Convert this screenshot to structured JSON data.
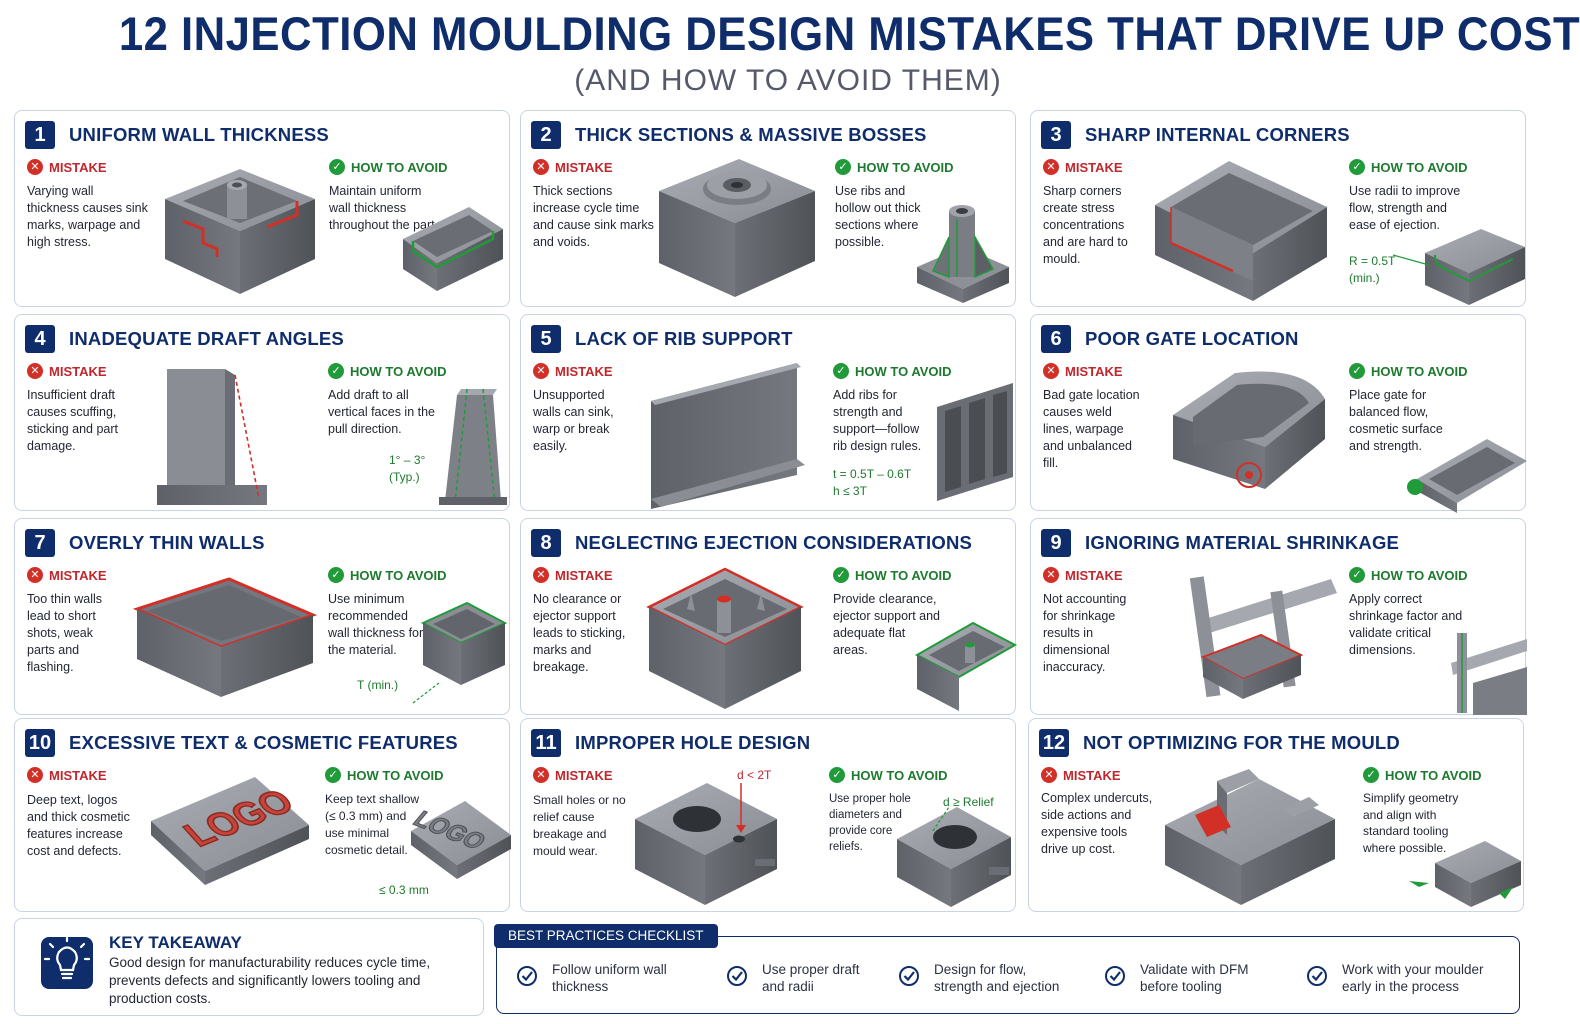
{
  "header": {
    "title": "12 INJECTION MOULDING DESIGN MISTAKES THAT DRIVE UP COST",
    "subtitle": "(AND HOW TO AVOID THEM)"
  },
  "labels": {
    "mistake": "MISTAKE",
    "avoid": "HOW TO AVOID",
    "x_icon": "✕",
    "check_icon": "✓"
  },
  "cards": [
    {
      "num": "1",
      "title": "UNIFORM WALL THICKNESS",
      "mistake": "Varying wall thickness causes sink marks, warpage and high stress.",
      "avoid": "Maintain uniform wall thickness throughout the part."
    },
    {
      "num": "2",
      "title": "THICK SECTIONS & MASSIVE BOSSES",
      "mistake": "Thick sections increase cycle time and cause sink marks and voids.",
      "avoid": "Use ribs and hollow out thick sections where possible."
    },
    {
      "num": "3",
      "title": "SHARP INTERNAL CORNERS",
      "mistake": "Sharp corners create stress concentrations and are hard to mould.",
      "avoid": "Use radii to improve flow, strength and ease of ejection.",
      "note": "R = 0.5T",
      "note2": "(min.)"
    },
    {
      "num": "4",
      "title": "INADEQUATE DRAFT ANGLES",
      "mistake": "Insufficient draft causes scuffing, sticking and part damage.",
      "avoid": "Add draft to all vertical faces in the pull direction.",
      "note": "1° – 3°",
      "note2": "(Typ.)"
    },
    {
      "num": "5",
      "title": "LACK OF RIB SUPPORT",
      "mistake": "Unsupported walls can sink, warp or break easily.",
      "avoid": "Add ribs for strength and support—follow rib design rules.",
      "note": "t = 0.5T – 0.6T",
      "note2": "h ≤ 3T"
    },
    {
      "num": "6",
      "title": "POOR GATE LOCATION",
      "mistake": "Bad gate location causes weld lines, warpage and unbalanced fill.",
      "avoid": "Place gate for balanced flow, cosmetic surface and strength."
    },
    {
      "num": "7",
      "title": "OVERLY THIN WALLS",
      "mistake": "Too thin walls lead to short shots, weak parts and flashing.",
      "avoid": "Use minimum recommended wall thickness for the material.",
      "note": "T (min.)"
    },
    {
      "num": "8",
      "title": "NEGLECTING EJECTION CONSIDERATIONS",
      "mistake": "No clearance or ejector support leads to sticking, marks and breakage.",
      "avoid": "Provide clearance, ejector support and adequate flat areas."
    },
    {
      "num": "9",
      "title": "IGNORING MATERIAL SHRINKAGE",
      "mistake": "Not accounting for shrinkage results in dimensional inaccuracy.",
      "avoid": "Apply correct shrinkage factor and validate critical dimensions."
    },
    {
      "num": "10",
      "title": "EXCESSIVE TEXT & COSMETIC FEATURES",
      "mistake": "Deep text, logos and thick cosmetic features increase cost and defects.",
      "avoid": "Keep text shallow (≤ 0.3 mm) and use minimal cosmetic detail.",
      "note": "≤ 0.3 mm",
      "logo": "LOGO"
    },
    {
      "num": "11",
      "title": "IMPROPER HOLE DESIGN",
      "mistake": "Small holes or no relief cause breakage and mould wear.",
      "avoid": "Use proper hole diameters and provide core reliefs.",
      "note": "d < 2T",
      "note2": "d ≥ Relief"
    },
    {
      "num": "12",
      "title": "NOT OPTIMIZING FOR THE MOULD",
      "mistake": "Complex undercuts, side actions and expensive tools drive up cost.",
      "avoid": "Simplify geometry and align with standard tooling where possible."
    }
  ],
  "takeaway": {
    "title": "KEY TAKEAWAY",
    "text": "Good design for manufacturability reduces cycle time, prevents defects and significantly lowers tooling and production costs."
  },
  "checklist": {
    "title": "BEST PRACTICES CHECKLIST",
    "items": [
      "Follow uniform wall thickness",
      "Use proper draft and radii",
      "Design for flow, strength and ejection",
      "Validate with DFM before tooling",
      "Work with your moulder early in the process"
    ]
  },
  "colors": {
    "navy": "#0f2d6b",
    "red": "#d22f27",
    "green": "#219a3a",
    "part_grey": "#7d8187"
  }
}
